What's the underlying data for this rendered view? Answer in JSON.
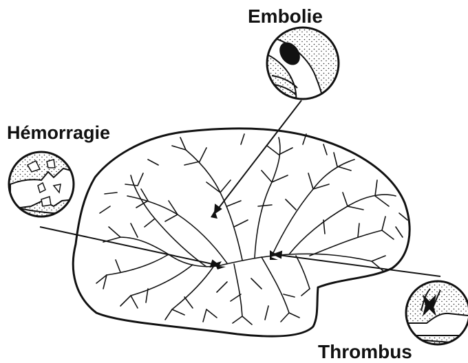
{
  "labels": {
    "embolie": "Embolie",
    "hemorragie": "Hémorragie",
    "thrombus": "Thrombus"
  },
  "colors": {
    "ink": "#111111",
    "paper": "#ffffff",
    "lesion": "#111111"
  },
  "icons": {
    "embolie_inset": "vessel-with-embolus-icon",
    "hemorragie_inset": "ruptured-vessel-icon",
    "thrombus_inset": "vessel-with-thrombus-icon"
  }
}
